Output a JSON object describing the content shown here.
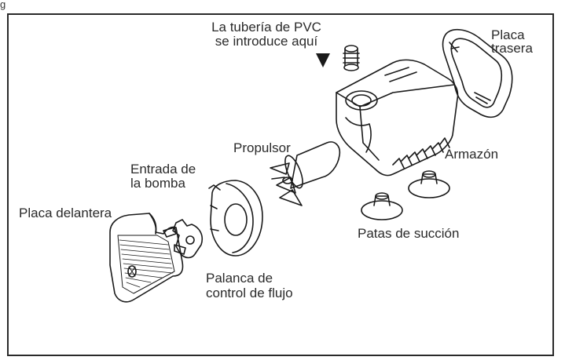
{
  "figure_label": "g",
  "labels": {
    "pvc_line1": "La tubería de PVC",
    "pvc_line2": "se introduce aquí",
    "placa_trasera_1": "Placa",
    "placa_trasera_2": "trasera",
    "armazon": "Armazón",
    "propulsor": "Propulsor",
    "entrada_1": "Entrada de",
    "entrada_2": "la bomba",
    "placa_delantera": "Placa delantera",
    "patas": "Patas de succión",
    "palanca_1": "Palanca de",
    "palanca_2": "control de flujo"
  }
}
